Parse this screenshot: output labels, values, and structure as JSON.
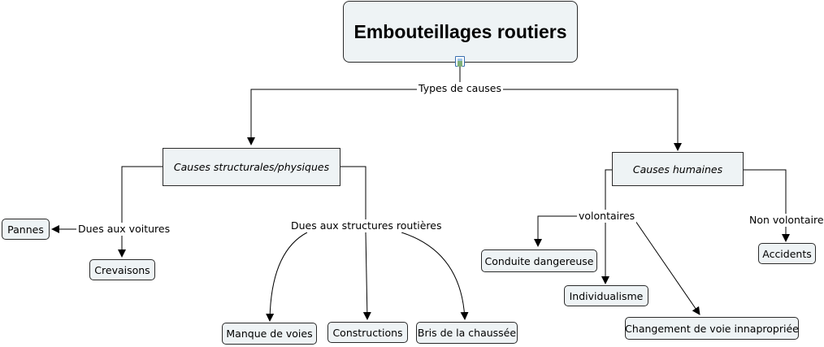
{
  "title": "Embouteillages routiers",
  "links": {
    "types": "Types de causes",
    "voitures": "Dues aux voitures",
    "structures": "Dues aux structures routières",
    "volontaires": "volontaires",
    "non_volontaire": "Non volontaire"
  },
  "nodes": {
    "structurales": "Causes structurales/physiques",
    "humaines": "Causes humaines",
    "pannes": "Pannes",
    "crevaisons": "Crevaisons",
    "manque": "Manque de voies",
    "constructions": "Constructions",
    "bris": "Bris de la chaussée",
    "conduite": "Conduite dangereuse",
    "individualisme": "Individualisme",
    "changement": "Changement de voie innapropriée",
    "accidents": "Accidents"
  },
  "icons": {
    "title_attachment": "image-icon"
  }
}
